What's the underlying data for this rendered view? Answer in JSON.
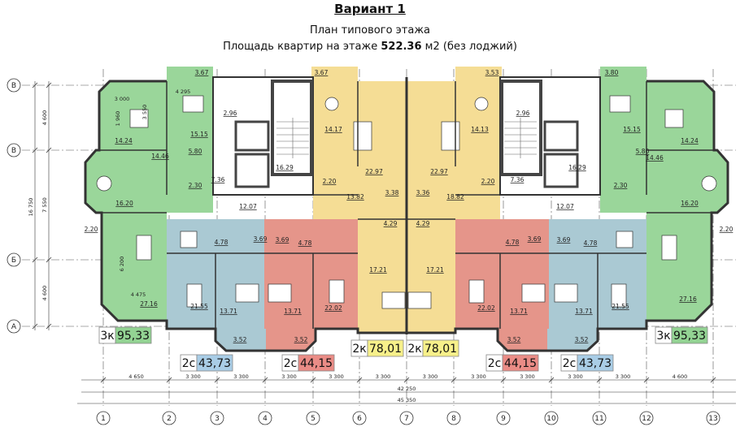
{
  "title": "Вариант 1",
  "subtitle": "План типового этажа",
  "area_line": {
    "prefix": "Площадь квартир на этаже ",
    "value": "522.36",
    "suffix": " м2 (без лоджий)"
  },
  "axes": {
    "columns": [
      "1",
      "2",
      "3",
      "4",
      "5",
      "6",
      "7",
      "8",
      "9",
      "10",
      "11",
      "12",
      "13"
    ],
    "rows": [
      "В",
      "В",
      "Б",
      "А"
    ]
  },
  "dimensions": {
    "bottom_spans": [
      "4 650",
      "3 300",
      "3 300",
      "3 300",
      "3 300",
      "3 300",
      "3 300",
      "3 300",
      "3 300",
      "3 300",
      "3 300",
      "4 600"
    ],
    "total_inner": "42 250",
    "total_outer": "45 350",
    "left_spans": [
      "4 600",
      "7 550",
      "4 600"
    ],
    "left_total": "16 750"
  },
  "plan_dimensions": [
    "4 295",
    "3 000",
    "3 550",
    "1 960",
    "6 200",
    "4 475"
  ],
  "rooms": [
    "3.67",
    "3.67",
    "2.96",
    "15.15",
    "14.24",
    "5.80",
    "14.46",
    "16.29",
    "14.17",
    "2.30",
    "7.36",
    "2.20",
    "16.20",
    "12.07",
    "22.97",
    "13.82",
    "3.38",
    "4.29",
    "2.20",
    "4.78",
    "3.69",
    "3.69",
    "4.78",
    "27.16",
    "21.55",
    "13.71",
    "13.71",
    "22.02",
    "17.21",
    "3.52",
    "3.52",
    "3.53",
    "3.80",
    "2.96",
    "14.13",
    "15.15",
    "14.24",
    "5.80",
    "14.46",
    "16.29",
    "22.97",
    "3.36",
    "18.82",
    "2.20",
    "7.36",
    "2.30",
    "16.20",
    "12.07",
    "4.29",
    "2.20",
    "4.78",
    "3.69",
    "3.69",
    "4.78",
    "22.02",
    "13.71",
    "13.71",
    "21.55",
    "27.16",
    "17.21",
    "3.52",
    "3.52"
  ],
  "apartments": [
    {
      "type": "3к",
      "area": "95,33",
      "color": "#93d393"
    },
    {
      "type": "2с",
      "area": "43,73",
      "color": "#a9cde6"
    },
    {
      "type": "2с",
      "area": "44,15",
      "color": "#ea8c86"
    },
    {
      "type": "2к",
      "area": "78,01",
      "color": "#f7f08a"
    },
    {
      "type": "2к",
      "area": "78,01",
      "color": "#f7f08a"
    },
    {
      "type": "2с",
      "area": "44,15",
      "color": "#ea8c86"
    },
    {
      "type": "2с",
      "area": "43,73",
      "color": "#a9cde6"
    },
    {
      "type": "3к",
      "area": "95,33",
      "color": "#93d393"
    }
  ],
  "colors": {
    "green": "#9ad69a",
    "blue": "#aac9d3",
    "red": "#e5958a",
    "yellow": "#f5dd95",
    "wall": "#333333"
  }
}
